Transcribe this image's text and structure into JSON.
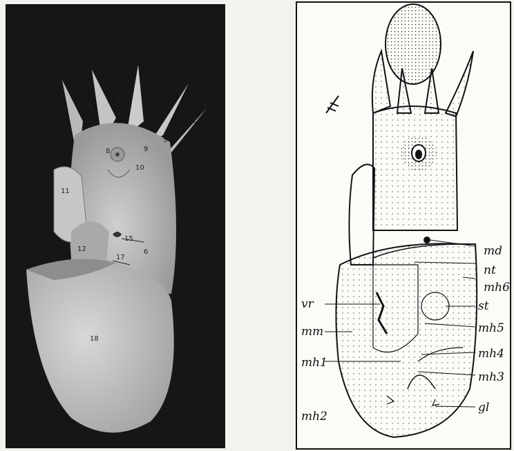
{
  "left_figure": {
    "numbers": [
      "1",
      "2",
      "3",
      "4",
      "5",
      "6",
      "8",
      "9",
      "10",
      "11",
      "12",
      "15",
      "17",
      "18"
    ]
  },
  "right_figure": {
    "labels": [
      "md",
      "nt",
      "mh6",
      "st",
      "mh5",
      "mh4",
      "mh3",
      "gl",
      "vr",
      "mm",
      "mh1",
      "mh2"
    ]
  }
}
